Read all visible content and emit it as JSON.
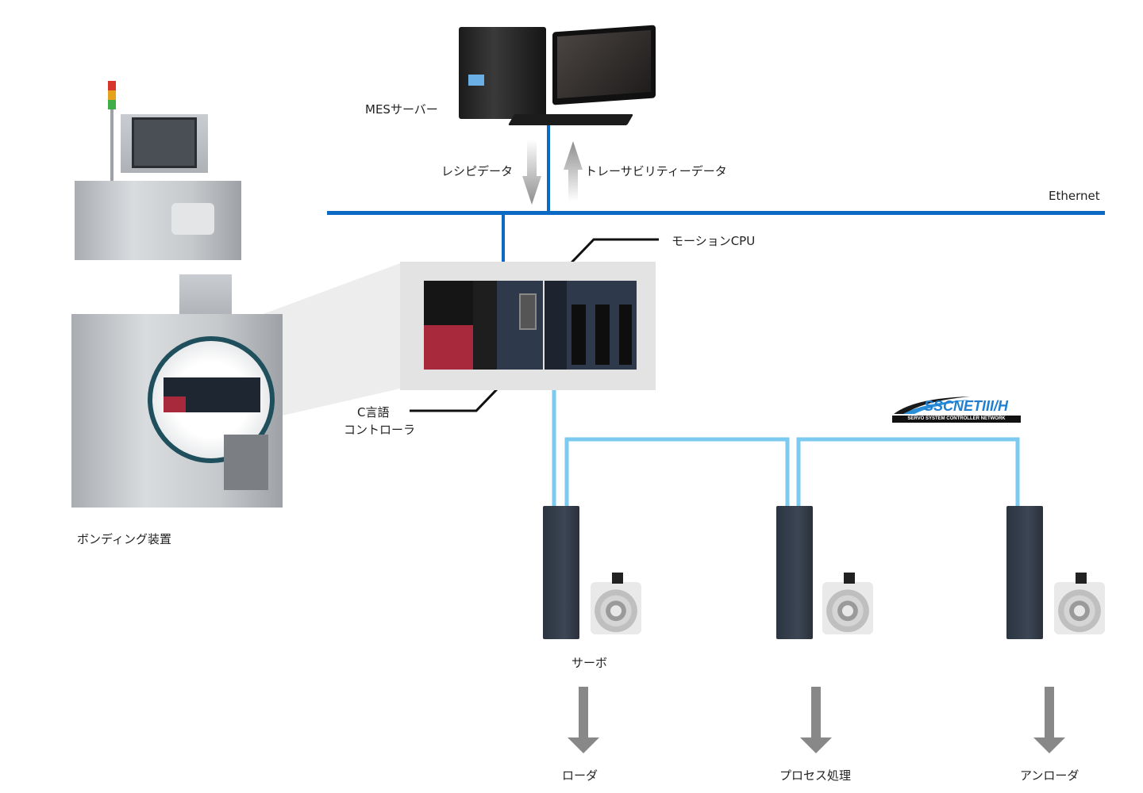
{
  "diagram": {
    "network": {
      "ethernet_label": "Ethernet",
      "sscnet_logo": {
        "main_text": "SSCNETIII/H",
        "sub_text": "SERVO SYSTEM CONTROLLER NETWORK"
      },
      "colors": {
        "ethernet": "#0a6ac4",
        "sscnet": "#7ccaf0",
        "arrow_gray": "#8a8a8a",
        "callout": "#111111"
      }
    },
    "mes_server": {
      "label": "MESサーバー",
      "download_label": "レシピデータ",
      "upload_label": "トレーサビリティーデータ"
    },
    "controller": {
      "motion_cpu_label": "モーションCPU",
      "c_controller_label_line1": "C言語",
      "c_controller_label_line2": "コントローラ"
    },
    "machine": {
      "label": "ボンディング装置"
    },
    "servos": [
      {
        "label": "サーボ",
        "target": "ローダ"
      },
      {
        "label": "",
        "target": "プロセス処理"
      },
      {
        "label": "",
        "target": "アンローダ"
      }
    ]
  }
}
